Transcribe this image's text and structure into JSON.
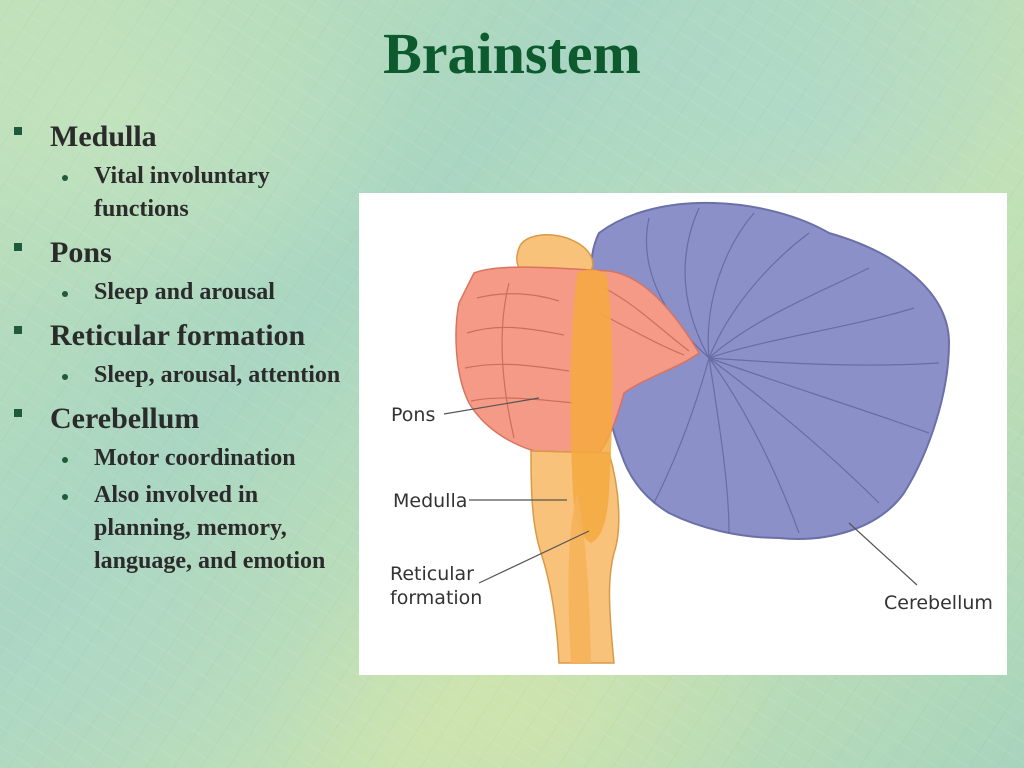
{
  "slide": {
    "title": "Brainstem"
  },
  "outline": [
    {
      "label": "Medulla",
      "details": [
        "Vital involuntary functions"
      ]
    },
    {
      "label": "Pons",
      "details": [
        "Sleep and arousal"
      ]
    },
    {
      "label": "Reticular formation",
      "details": [
        "Sleep, arousal, attention"
      ]
    },
    {
      "label": "Cerebellum",
      "details": [
        "Motor coordination",
        "Also involved in planning, memory, language, and emotion"
      ]
    }
  ],
  "figure": {
    "labels": {
      "pons": "Pons",
      "medulla": "Medulla",
      "reticular_line1": "Reticular",
      "reticular_line2": "formation",
      "cerebellum": "Cerebellum"
    },
    "colors": {
      "cerebellum": "#8b90c8",
      "pons": "#f59a86",
      "medulla": "#f8c27a",
      "reticular": "#f5a93e",
      "midbrain": "#f8c27a"
    }
  }
}
